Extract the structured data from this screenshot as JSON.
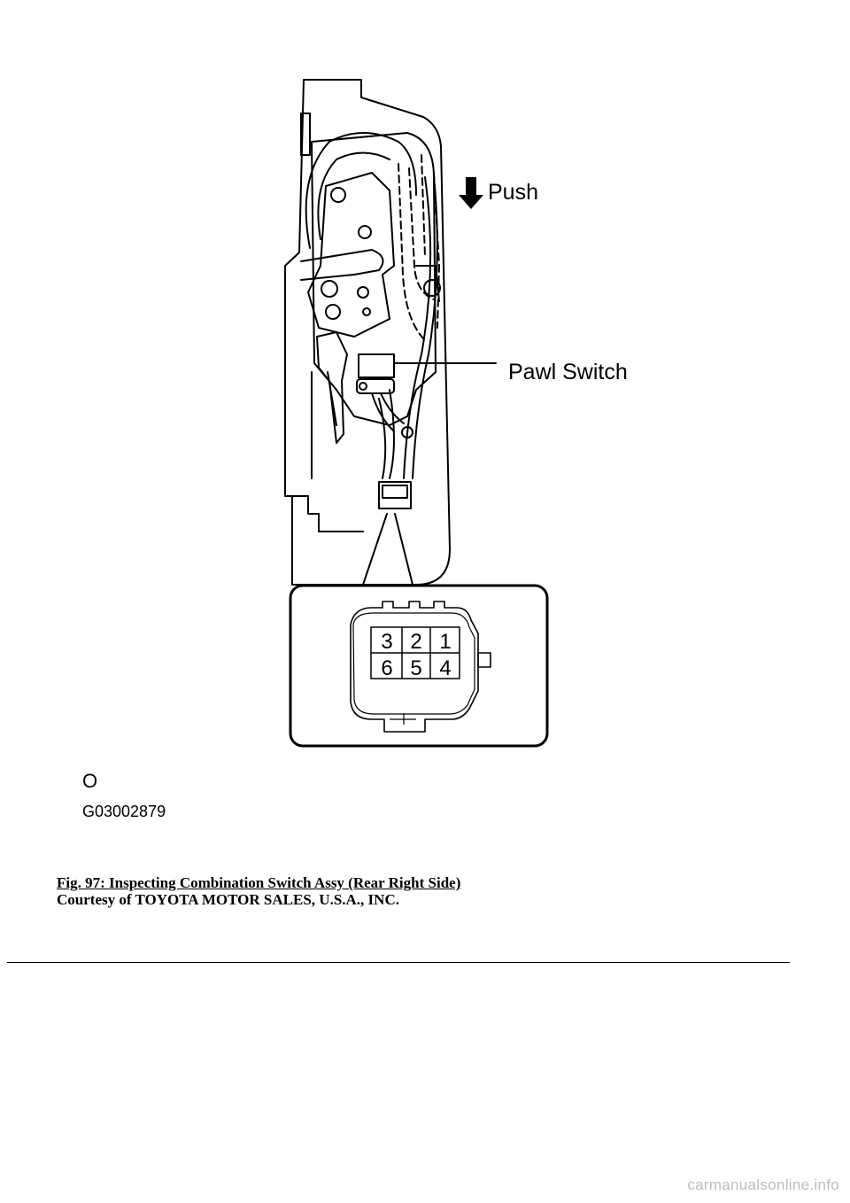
{
  "figure": {
    "labels": {
      "push": "Push",
      "pawl_switch": "Pawl Switch",
      "symbol": "O",
      "graphic_code": "G03002879"
    },
    "connector_pins": {
      "top_row": [
        "3",
        "2",
        "1"
      ],
      "bottom_row": [
        "6",
        "5",
        "4"
      ]
    }
  },
  "caption": {
    "figure_title": "Fig. 97: Inspecting Combination Switch Assy (Rear Right Side)",
    "courtesy": "Courtesy of TOYOTA MOTOR SALES, U.S.A., INC."
  },
  "watermark": "carmanualsonline.info"
}
